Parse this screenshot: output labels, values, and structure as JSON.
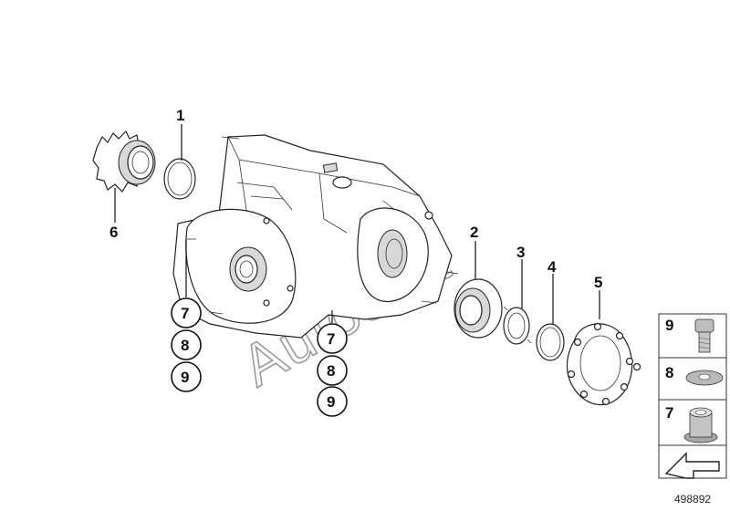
{
  "callouts": [
    {
      "id": "1",
      "label": "1"
    },
    {
      "id": "2",
      "label": "2"
    },
    {
      "id": "3",
      "label": "3"
    },
    {
      "id": "4",
      "label": "4"
    },
    {
      "id": "5",
      "label": "5"
    },
    {
      "id": "6",
      "label": "6"
    }
  ],
  "circled_group_left": [
    "7",
    "8",
    "9"
  ],
  "circled_group_right": [
    "7",
    "8",
    "9"
  ],
  "legend": [
    {
      "number": "9",
      "icon": "bolt-icon"
    },
    {
      "number": "8",
      "icon": "washer-icon"
    },
    {
      "number": "7",
      "icon": "sleeve-nut-icon"
    }
  ],
  "nav_icon": "arrow-icon",
  "diagram_id": "498892",
  "watermark": "Autosoft"
}
